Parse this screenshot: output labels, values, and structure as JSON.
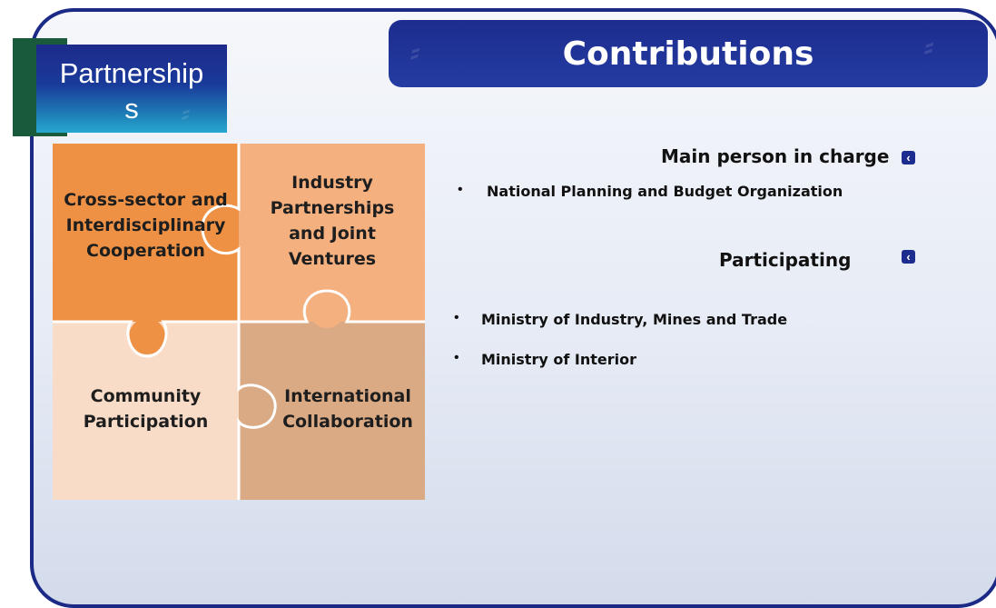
{
  "tab": {
    "line1": "Partnership",
    "line2": "s"
  },
  "header": {
    "title": "Contributions"
  },
  "puzzle": {
    "top_left": [
      "Cross-sector and",
      "Interdisciplinary",
      "Cooperation"
    ],
    "top_right": [
      "Industry",
      "Partnerships",
      "and Joint",
      "Ventures"
    ],
    "bottom_left": [
      "Community",
      "Participation"
    ],
    "bottom_right": [
      "International",
      "Collaboration"
    ]
  },
  "panel": {
    "main_heading": "Main person in charge",
    "main_items": [
      "National Planning and Budget Organization"
    ],
    "participating_heading": "Participating",
    "participating_items": [
      "Ministry of Industry, Mines and Trade",
      "Ministry of Interior"
    ],
    "bullet": "•"
  },
  "colors": {
    "frame_border": "#1a2a86",
    "header_bg": "#1d2c8e",
    "piece_top_left": "#ef9145",
    "piece_top_right": "#f4b07f",
    "piece_bottom_left": "#f8dcc7",
    "piece_bottom_right": "#d9aa84"
  },
  "icons": {
    "heading_marker": "chevron-left-icon"
  }
}
